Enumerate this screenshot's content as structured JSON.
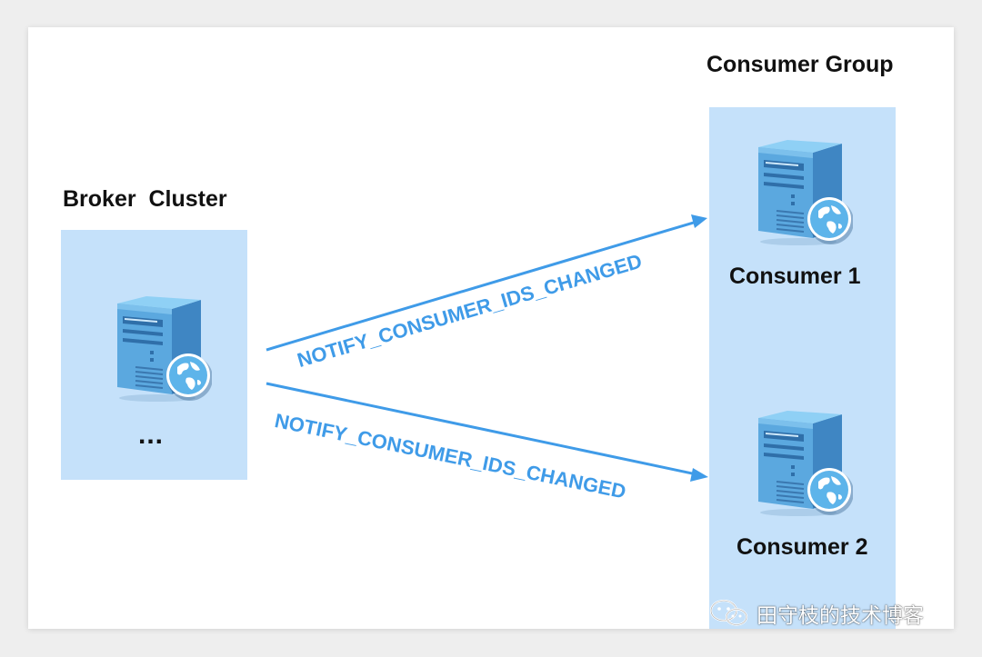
{
  "diagram": {
    "broker": {
      "title": "Broker  Cluster",
      "ellipsis": "..."
    },
    "consumer_group": {
      "title": "Consumer Group",
      "consumers": [
        {
          "label": "Consumer 1"
        },
        {
          "label": "Consumer 2"
        }
      ]
    },
    "arrows": [
      {
        "label": "NOTIFY_CONSUMER_IDS_CHANGED",
        "to": "Consumer 1"
      },
      {
        "label": "NOTIFY_CONSUMER_IDS_CHANGED",
        "to": "Consumer 2"
      }
    ],
    "colors": {
      "box_fill": "#c5e1fa",
      "arrow": "#3f9be8",
      "server_front": "#5aa5dc",
      "server_side": "#3f87c4"
    },
    "icons": [
      "server-globe-icon",
      "wechat-icon"
    ],
    "watermark": "田守枝的技术博客"
  }
}
